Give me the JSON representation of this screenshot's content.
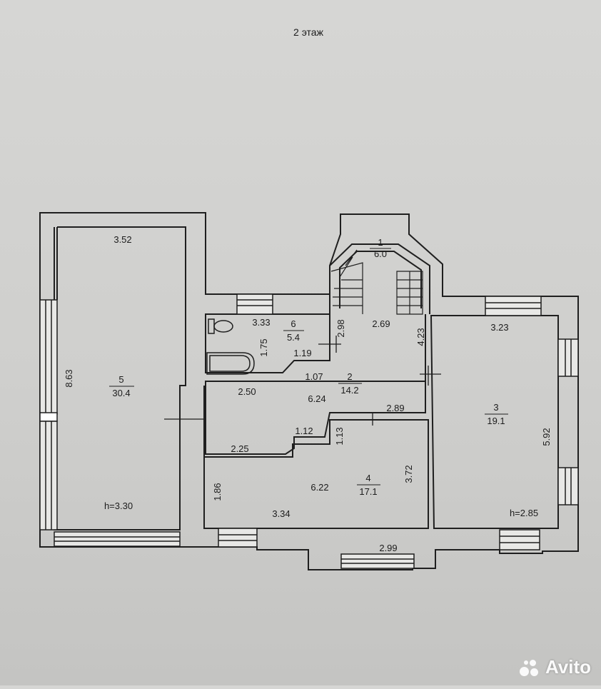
{
  "floor_title": "2 этаж",
  "rooms": [
    {
      "id": "1",
      "number": "1",
      "area": "6.0"
    },
    {
      "id": "2",
      "number": "2",
      "area": "14.2"
    },
    {
      "id": "3",
      "number": "3",
      "area": "19.1"
    },
    {
      "id": "4",
      "number": "4",
      "area": "17.1"
    },
    {
      "id": "5",
      "number": "5",
      "area": "30.4"
    },
    {
      "id": "6",
      "number": "6",
      "area": "5.4"
    }
  ],
  "dimensions": {
    "d352": "3.52",
    "d863": "8.63",
    "d333": "3.33",
    "d175": "1.75",
    "d119": "1.19",
    "d298": "2.98",
    "d269": "2.69",
    "d423": "4.23",
    "d323": "3.23",
    "d107": "1.07",
    "d250": "2.50",
    "d624": "6.24",
    "d289": "2.89",
    "d112": "1.12",
    "d113": "1.13",
    "d225": "2.25",
    "d592": "5.92",
    "d372": "3.72",
    "d186": "1.86",
    "d622": "6.22",
    "d334": "3.34",
    "d299": "2.99"
  },
  "heights": {
    "left": "h=3.30",
    "right": "h=2.85"
  },
  "watermark": {
    "brand": "Avito",
    "icon": "avito-logo-icon"
  }
}
